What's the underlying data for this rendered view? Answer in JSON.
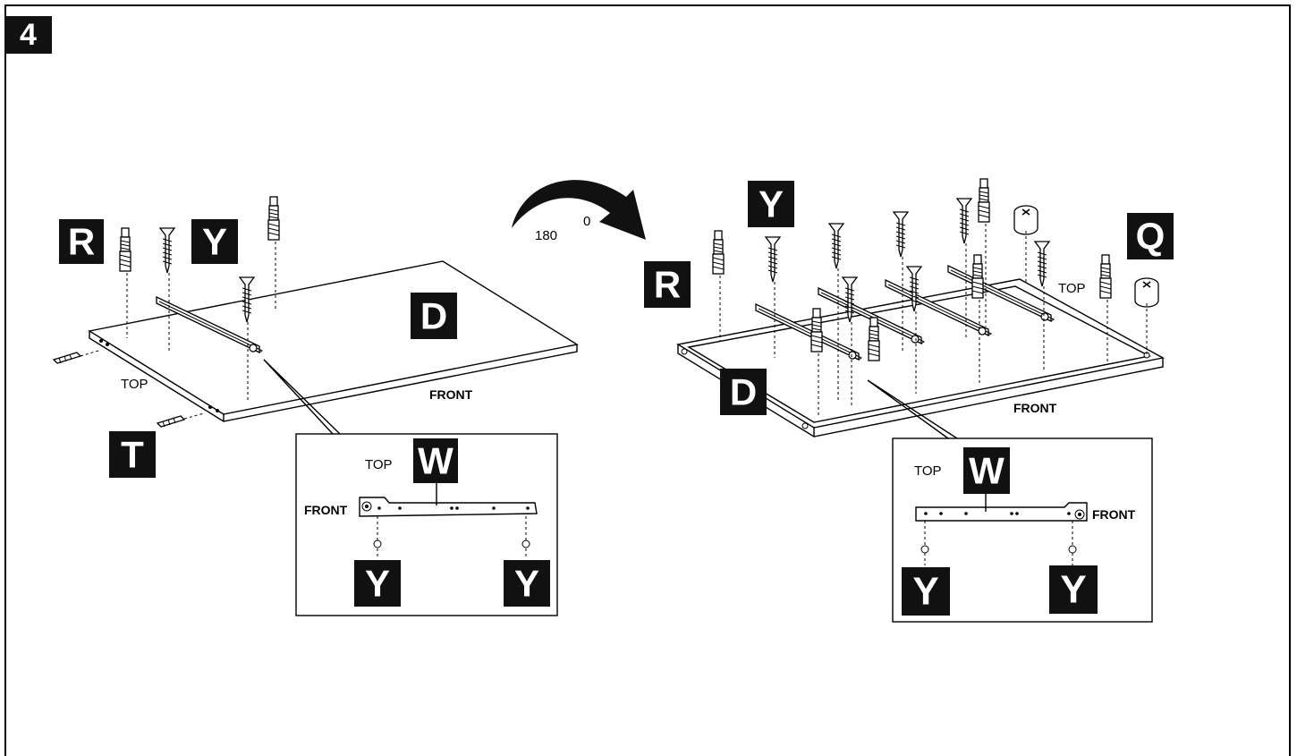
{
  "step": {
    "number": "4"
  },
  "rotation": {
    "label": "180",
    "superscript": "0"
  },
  "left_assembly": {
    "part_tags": {
      "R": "R",
      "Y": "Y",
      "D": "D",
      "T": "T"
    },
    "labels": {
      "top": "TOP",
      "front": "FRONT"
    },
    "detail": {
      "top": "TOP",
      "front": "FRONT",
      "tag_W": "W",
      "tag_Y1": "Y",
      "tag_Y2": "Y"
    }
  },
  "right_assembly": {
    "part_tags": {
      "Y": "Y",
      "R": "R",
      "D": "D",
      "Q": "Q"
    },
    "labels": {
      "top": "TOP",
      "front": "FRONT"
    },
    "detail": {
      "top": "TOP",
      "front": "FRONT",
      "tag_W": "W",
      "tag_Y1": "Y",
      "tag_Y2": "Y"
    }
  },
  "colors": {
    "line": "#000000",
    "tag_bg": "#111111",
    "tag_text": "#ffffff"
  }
}
